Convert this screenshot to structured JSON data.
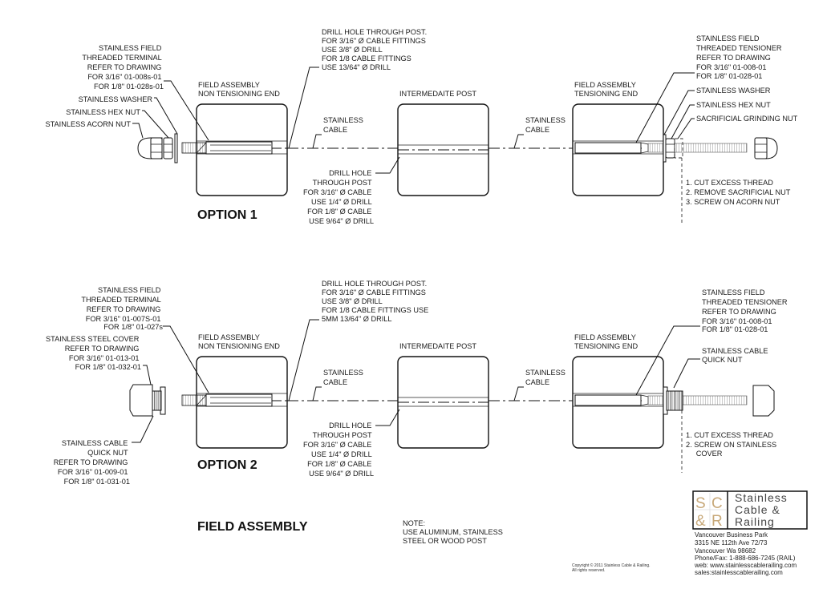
{
  "title": "FIELD ASSEMBLY",
  "note": {
    "heading": "NOTE:",
    "lines": [
      "USE ALUMINUM, STAINLESS",
      "STEEL OR WOOD POST"
    ]
  },
  "options": [
    {
      "label": "OPTION 1",
      "post_labels": {
        "left": [
          "FIELD  ASSEMBLY",
          "NON TENSIONING END"
        ],
        "middle": [
          "INTERMEDAITE POST"
        ],
        "right": [
          "FIELD ASSEMBLY",
          "TENSIONING END"
        ]
      },
      "cable_labels": [
        [
          "STAINLESS",
          "CABLE"
        ],
        [
          "STAINLESS",
          "CABLE"
        ]
      ],
      "drill_top": [
        "DRILL HOLE THROUGH POST.",
        "FOR 3/16\" Ø CABLE FITTINGS",
        "USE  3/8\" Ø DRILL",
        "FOR 1/8 CABLE FITTINGS",
        "USE 13/64\" Ø DRILL"
      ],
      "drill_mid": [
        "DRILL HOLE",
        "THROUGH POST",
        "FOR 3/16\" Ø CABLE",
        "USE 1/4\" Ø DRILL",
        "FOR 1/8\" Ø CABLE",
        "USE 9/64\" Ø DRILL"
      ],
      "left_callouts": {
        "terminal": [
          "STAINLESS FIELD",
          "THREADED TERMINAL",
          "REFER TO DRAWING",
          "FOR 3/16\" 01-008s-01",
          "FOR 1/8\" 01-028s-01"
        ],
        "washer": "STAINLESS WASHER",
        "hex_nut": "STAINLESS HEX NUT",
        "acorn_nut": "STAINLESS ACORN NUT"
      },
      "right_callouts": {
        "tensioner": [
          "STAINLESS FIELD",
          "THREADED TENSIONER",
          "REFER TO DRAWING",
          "FOR 3/16\" 01-008-01",
          "FOR 1/8\" 01-028-01"
        ],
        "washer": "STAINLESS WASHER",
        "hex_nut": "STAINLESS HEX NUT",
        "sacrificial_nut": "SACRIFICIAL GRINDING NUT"
      },
      "steps": [
        "1.  CUT EXCESS THREAD",
        "2.  REMOVE SACRIFICIAL NUT",
        "3.  SCREW ON ACORN NUT"
      ]
    },
    {
      "label": "OPTION 2",
      "post_labels": {
        "left": [
          "FIELD ASSEMBLY",
          "NON TENSIONING END"
        ],
        "middle": [
          "INTERMEDAITE POST"
        ],
        "right": [
          "FIELD ASSEMBLY",
          "TENSIONING END"
        ]
      },
      "cable_labels": [
        [
          "STAINLESS",
          "CABLE"
        ],
        [
          "STAINLESS",
          "CABLE"
        ]
      ],
      "drill_top": [
        "DRILL HOLE THROUGH POST.",
        "FOR 3/16\" Ø CABLE FITTINGS",
        "USE  3/8\" Ø DRILL",
        "FOR 1/8 CABLE FITTINGS USE",
        "5MM 13/64\" Ø DRILL"
      ],
      "drill_mid": [
        "DRILL HOLE",
        "THROUGH POST",
        "FOR 3/16\" Ø CABLE",
        "USE 1/4\" Ø DRILL",
        "FOR 1/8\" Ø CABLE",
        "USE 9/64\" Ø DRILL"
      ],
      "left_callouts": {
        "terminal": [
          "STAINLESS FIELD",
          "THREADED TERMINAL",
          "REFER TO DRAWING",
          "FOR 3/16\" 01-007S-01",
          "FOR 1/8\" 01-027s"
        ],
        "cover": [
          "STAINLESS STEEL COVER",
          "REFER TO DRAWING",
          "FOR 3/16\" 01-013-01",
          "FOR 1/8\" 01-032-01"
        ],
        "quick_nut": [
          "STAINLESS CABLE",
          "QUICK NUT",
          "REFER TO DRAWING",
          "FOR 3/16\" 01-009-01",
          "FOR 1/8\" 01-031-01"
        ]
      },
      "right_callouts": {
        "tensioner": [
          "STAINLESS FIELD",
          " THREADED TENSIONER",
          "REFER TO DRAWING",
          "FOR 3/16\" 01-008-01",
          "FOR 1/8\" 01-028-01"
        ],
        "quick_nut": [
          "STAINLESS CABLE",
          "QUICK NUT"
        ]
      },
      "steps": [
        "1.  CUT EXCESS THREAD",
        "2.  SCREW ON STAINLESS",
        "     COVER"
      ]
    }
  ],
  "copyright": [
    "Copyright © 2011 Stainless Cable & Railing.",
    "All rights reserved."
  ],
  "company": {
    "logo_letters": [
      "S",
      "C",
      "&",
      "R"
    ],
    "logo_words": [
      "Stainless",
      "Cable &",
      "Railing"
    ],
    "logo_accent_color": "#c8a97a",
    "address": [
      "Vancouver Business Park",
      "3315 NE 112th Ave 72/73",
      "Vancouver Wa 98682",
      "Phone/Fax: 1-888-686-7245 (RAIL)",
      "web: www.stainlesscablerailing.com",
      "sales:stainlesscablerailing.com"
    ]
  }
}
